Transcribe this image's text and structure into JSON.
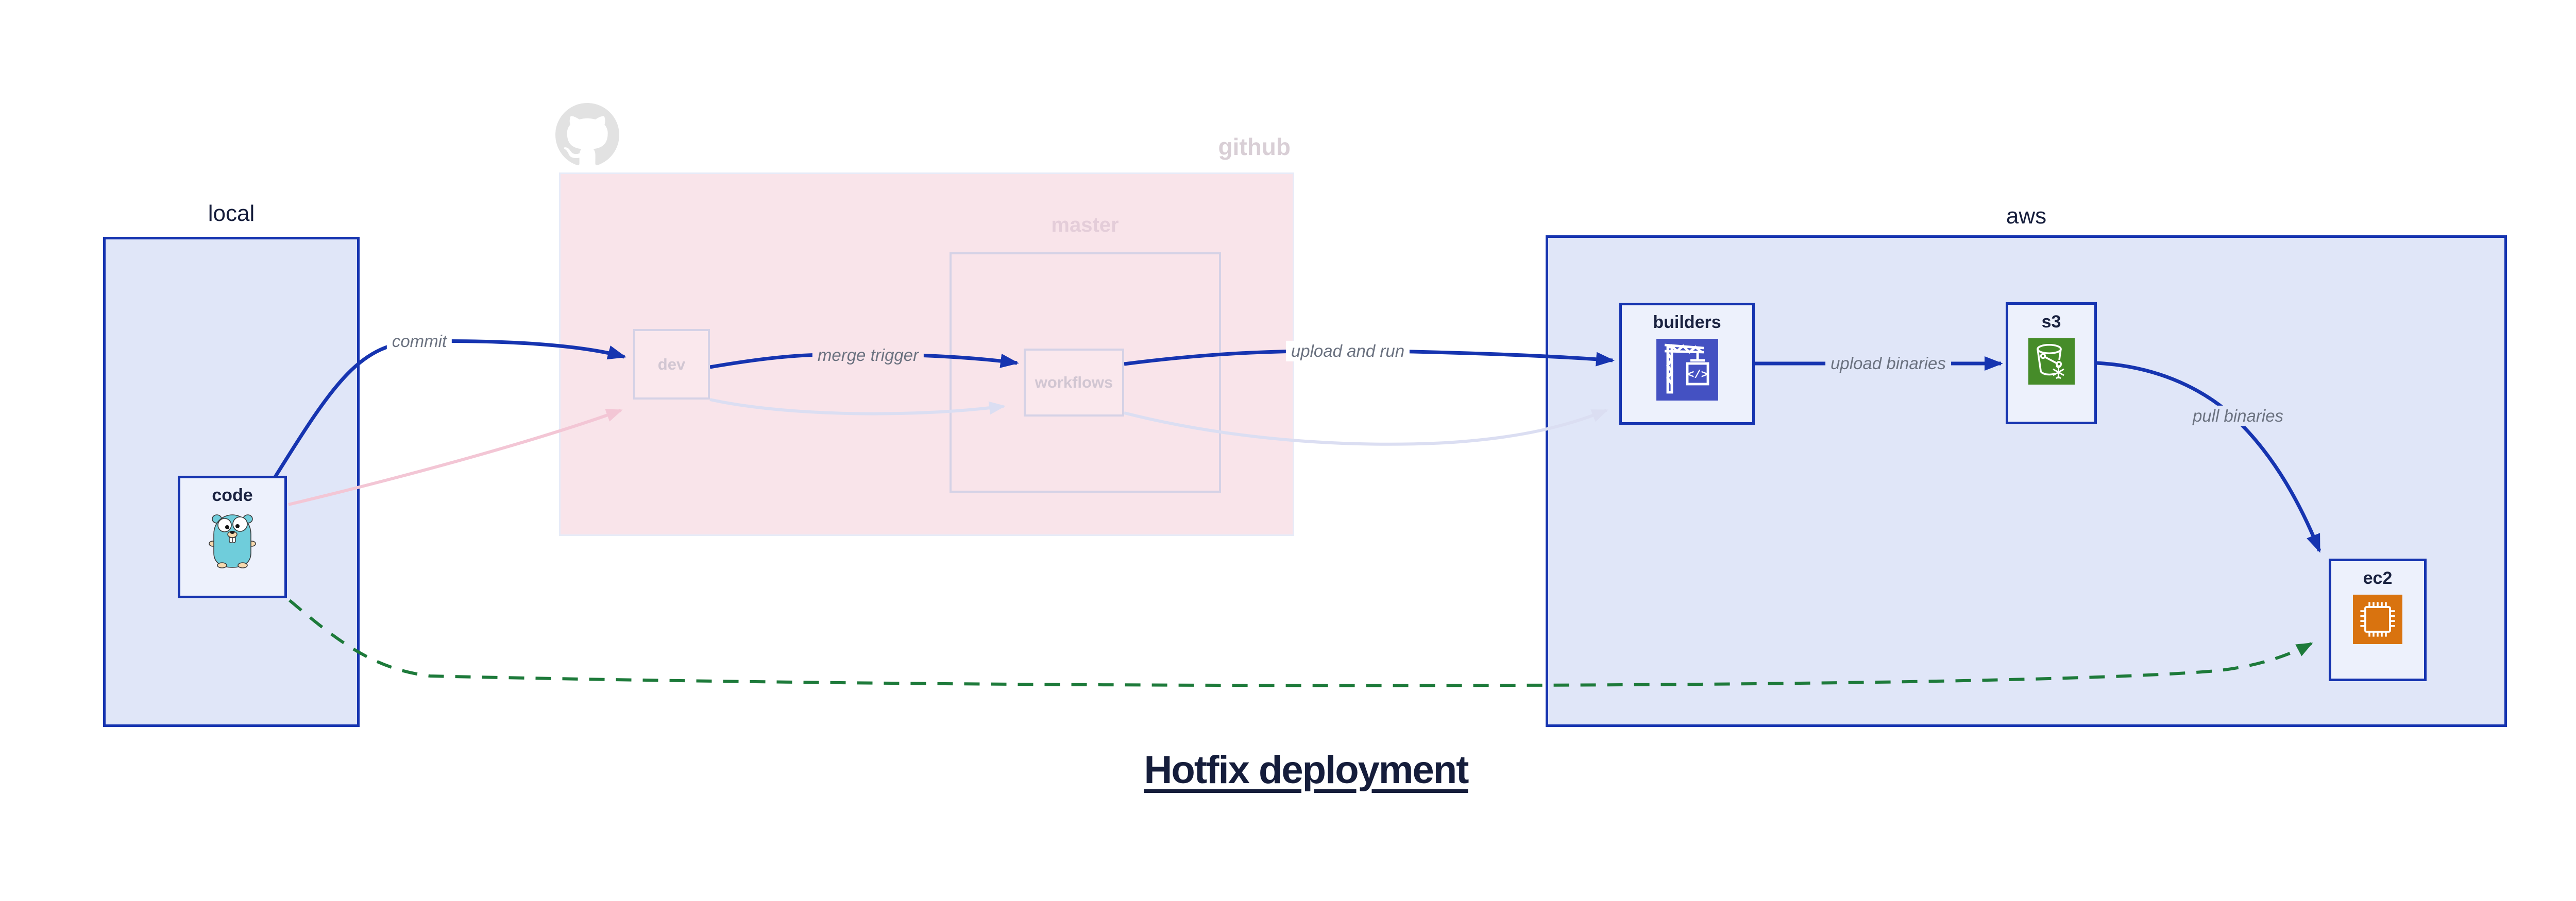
{
  "title": "Hotfix deployment",
  "groups": {
    "local": {
      "label": "local"
    },
    "github": {
      "label": "github"
    },
    "master": {
      "label": "master"
    },
    "aws": {
      "label": "aws"
    }
  },
  "nodes": {
    "code": {
      "label": "code"
    },
    "dev": {
      "label": "dev"
    },
    "workflows": {
      "label": "workflows"
    },
    "builders": {
      "label": "builders"
    },
    "s3": {
      "label": "s3"
    },
    "ec2": {
      "label": "ec2"
    }
  },
  "edges": {
    "commit": {
      "label": "commit"
    },
    "merge_trigger": {
      "label": "merge trigger"
    },
    "upload_and_run": {
      "label": "upload and run"
    },
    "upload_binaries": {
      "label": "upload binaries"
    },
    "pull_binaries": {
      "label": "pull binaries"
    }
  },
  "icons": {
    "gopher": "go-gopher-icon",
    "octocat": "github-octocat-icon",
    "builders": "codebuild-crane-icon",
    "s3": "s3-glacier-bucket-icon",
    "ec2": "ec2-chip-icon",
    "codebuild_glyph": "</>"
  },
  "colors": {
    "accent_blue": "#1634b0",
    "group_fill": "#e0e6f8",
    "node_fill": "#edf1fc",
    "github_region_pink": "#f9e4ea",
    "faded_border": "#d5d2e6",
    "faded_text": "#d1c6d2",
    "edge_label_gray": "#6b7280",
    "dashed_green": "#1d7a3a",
    "faded_pink_arrow": "#f3c6d5",
    "faded_lavender_arrow": "#dbdef2",
    "codebuild_indigo": "#4451c2",
    "s3_green": "#468c29",
    "ec2_orange": "#d9730f",
    "gopher_teal": "#6fcddb",
    "octocat_gray": "#e2e2e2",
    "title_navy": "#151d3b"
  }
}
